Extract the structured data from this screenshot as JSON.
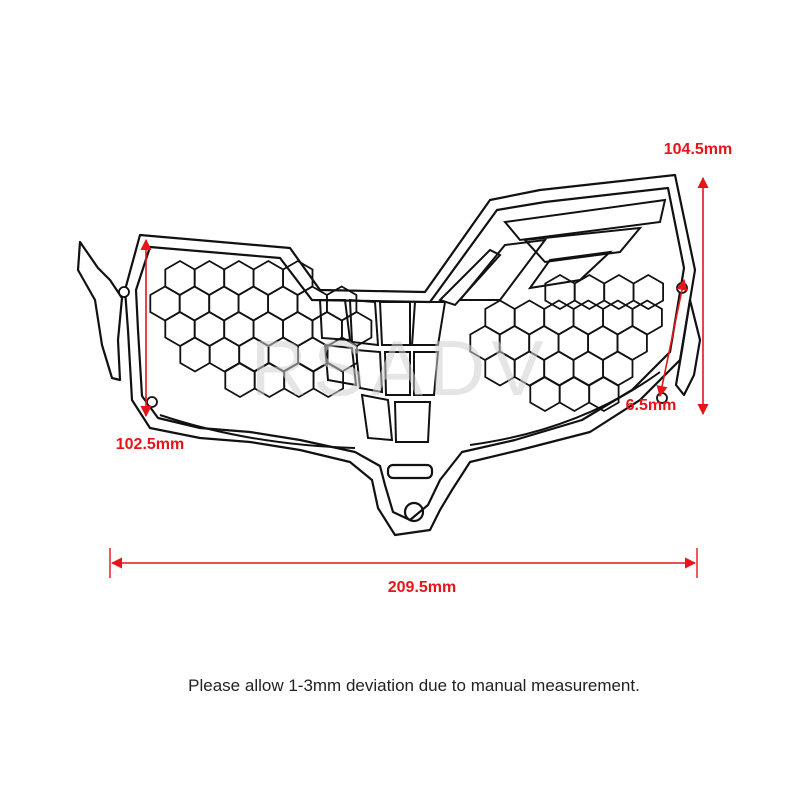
{
  "product": {
    "watermark": "RSADV"
  },
  "dimensions": {
    "top_height": "104.5mm",
    "side_height": "102.5mm",
    "width": "209.5mm",
    "hole_spacing": "6.5mm"
  },
  "note": "Please allow 1-3mm deviation due to manual measurement.",
  "colors": {
    "dimension": "#e8141a",
    "outline": "#111111",
    "background": "#ffffff",
    "watermark": "#cfcfcf"
  }
}
